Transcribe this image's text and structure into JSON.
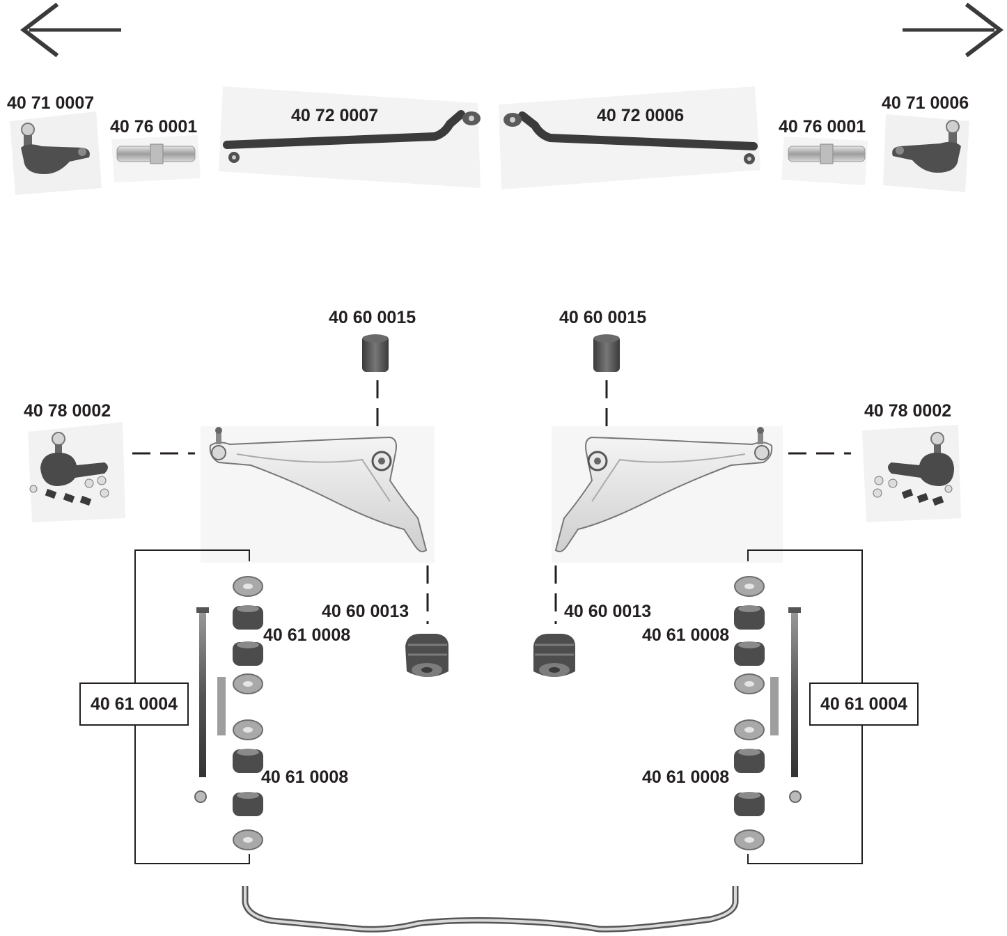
{
  "navigation": {
    "back_arrow_icon": "arrow-left-icon",
    "forward_arrow_icon": "arrow-right-icon"
  },
  "steering": {
    "tie_rod_end_left": "40 71 0007",
    "adjuster_left": "40 76 0001",
    "tie_rod_left": "40 72 0007",
    "tie_rod_right": "40 72 0006",
    "adjuster_right": "40 76 0001",
    "tie_rod_end_right": "40 71 0006"
  },
  "suspension": {
    "bush_top_left": "40 60 0015",
    "bush_top_right": "40 60 0015",
    "ball_joint_left": "40 78 0002",
    "ball_joint_right": "40 78 0002",
    "mount_left": "40 60 0013",
    "mount_right": "40 60 0013"
  },
  "stabilizer": {
    "kit_left": "40 61 0004",
    "kit_right": "40 61 0004",
    "bush_left_upper": "40 61 0008",
    "bush_left_lower": "40 61 0008",
    "bush_right_upper": "40 61 0008",
    "bush_right_lower": "40 61 0008"
  },
  "colors": {
    "ink": "#231f20",
    "part_dark": "#4a4a4a",
    "part_mid": "#8c8c8c",
    "part_light": "#cfcfcf",
    "photo_bg": "#f2f2f2"
  }
}
